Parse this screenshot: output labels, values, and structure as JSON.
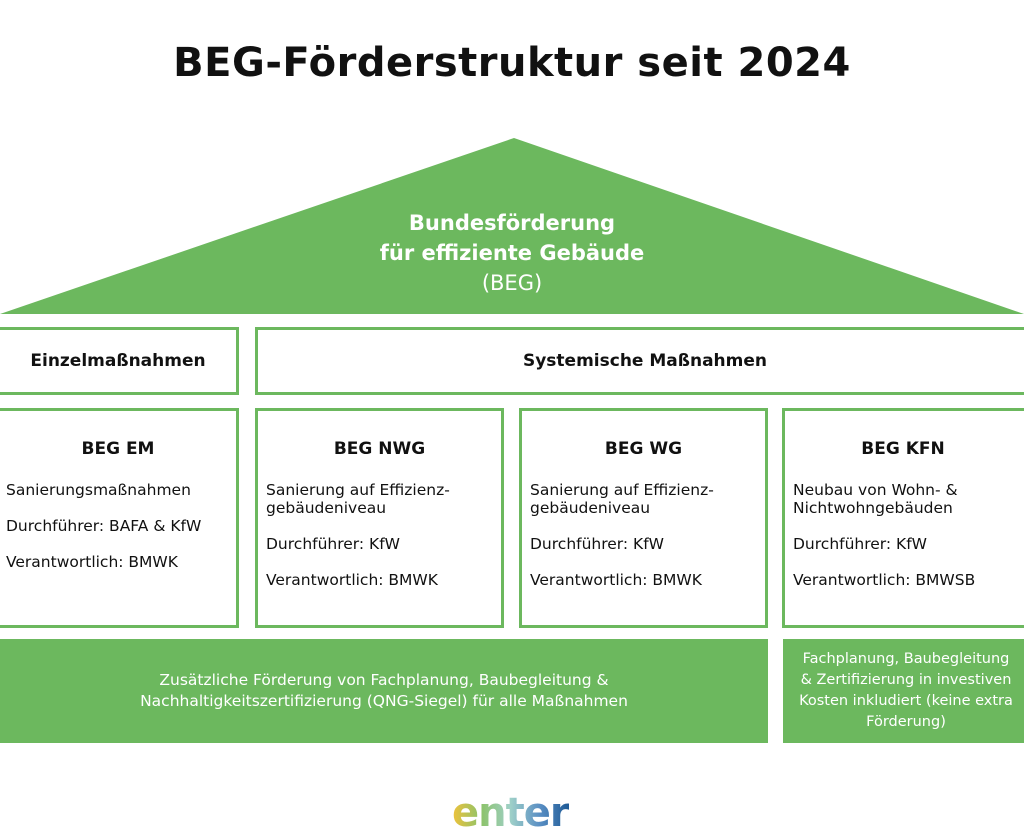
{
  "title": "BEG-Förderstruktur seit 2024",
  "roof": {
    "line1": "Bundesförderung",
    "line2": "für effiziente Gebäude",
    "line3": "(BEG)"
  },
  "categories": {
    "single": "Einzelmaßnahmen",
    "systemic": "Systemische Maßnahmen"
  },
  "cards": [
    {
      "title": "BEG EM",
      "desc": "Sanierungsmaßnahmen",
      "executor": "Durchführer: BAFA & KfW",
      "responsible": "Verantwortlich: BMWK"
    },
    {
      "title": "BEG NWG",
      "desc": "Sanierung auf Effizienz-\ngebäudeniveau",
      "executor": "Durchführer: KfW",
      "responsible": "Verantwortlich: BMWK"
    },
    {
      "title": "BEG WG",
      "desc": "Sanierung auf Effizienz-\ngebäudeniveau",
      "executor": "Durchführer: KfW",
      "responsible": "Verantwortlich: BMWK"
    },
    {
      "title": "BEG KFN",
      "desc": "Neubau von Wohn- &\nNichtwohngebäuden",
      "executor": "Durchführer: KfW",
      "responsible": "Verantwortlich: BMWSB"
    }
  ],
  "bottom": {
    "left": "Zusätzliche Förderung von Fachplanung, Baubegleitung &\nNachhaltigkeitszertifizierung (QNG-Siegel) für alle Maßnahmen",
    "right": "Fachplanung, Baubegleitung\n& Zertifizierung in investiven\nKosten inkludiert (keine extra\nFörderung)"
  },
  "logo": "enter",
  "colors": {
    "green": "#6cb85e"
  }
}
